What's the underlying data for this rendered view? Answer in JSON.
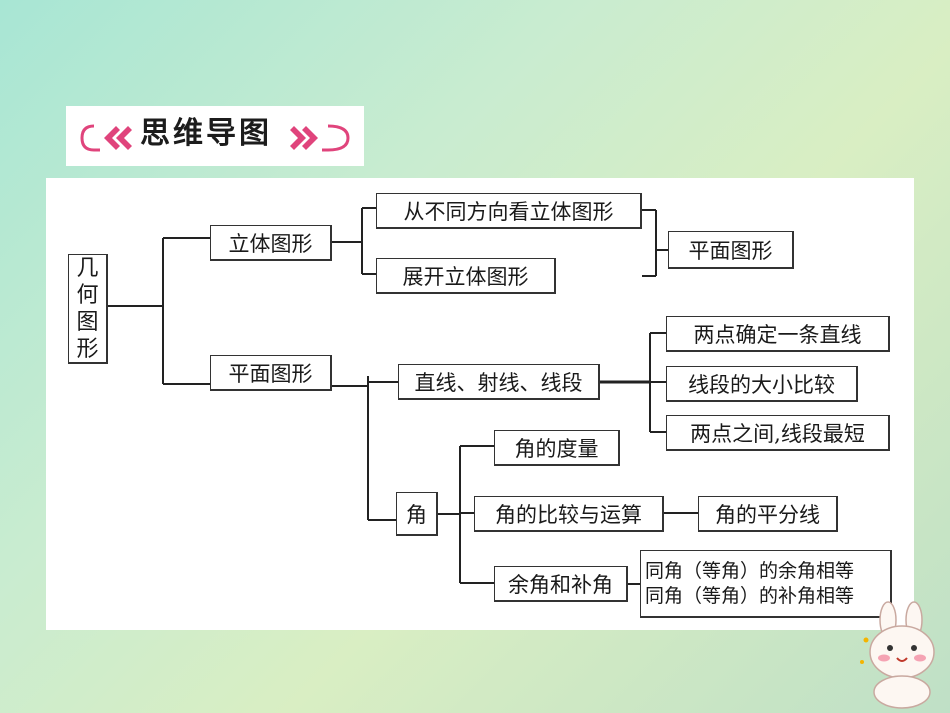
{
  "banner": {
    "title": "思维导图"
  },
  "diagram": {
    "root": [
      "几",
      "何",
      "图",
      "形"
    ],
    "solid": {
      "label": "立体图形",
      "children": [
        "从不同方向看立体图形",
        "展开立体图形"
      ],
      "result": "平面图形"
    },
    "plane": {
      "label": "平面图形",
      "line": {
        "label": "直线、射线、线段",
        "children": [
          "两点确定一条直线",
          "线段的大小比较",
          "两点之间,线段最短"
        ]
      },
      "angle": {
        "label": "角",
        "children": [
          "角的度量",
          "角的比较与运算",
          "余角和补角"
        ],
        "bisector": "角的平分线",
        "complement_rules": [
          "同角（等角）的余角相等",
          "同角（等角）的补角相等"
        ]
      }
    }
  }
}
